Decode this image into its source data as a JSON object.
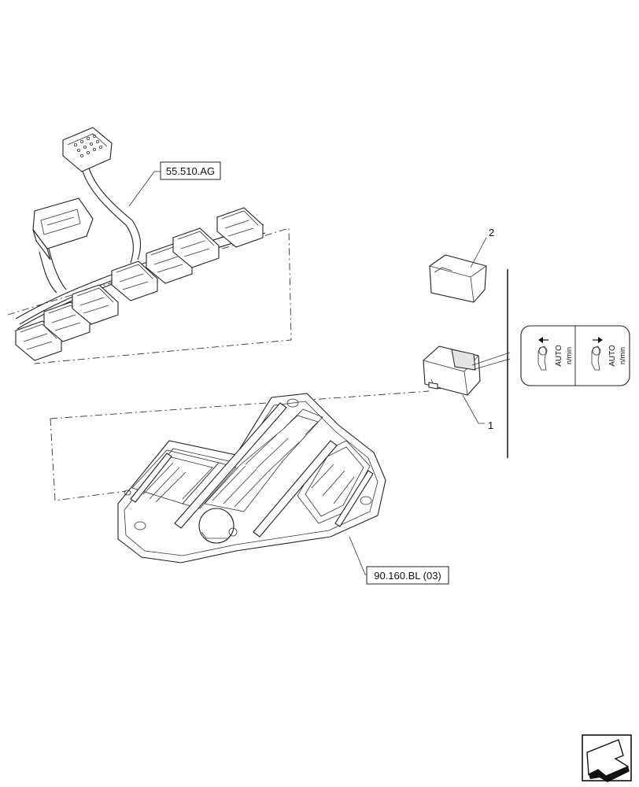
{
  "references": {
    "harness_ref": "55.510.AG",
    "console_ref": "90.160.BL (03)"
  },
  "callouts": {
    "item_1": "1",
    "item_2": "2"
  },
  "switch_decal": {
    "left_text": "AUTO",
    "left_unit": "n/min",
    "right_text": "AUTO",
    "right_unit": "n/min"
  },
  "icons": {
    "nav": "next-page-arrow-icon"
  }
}
